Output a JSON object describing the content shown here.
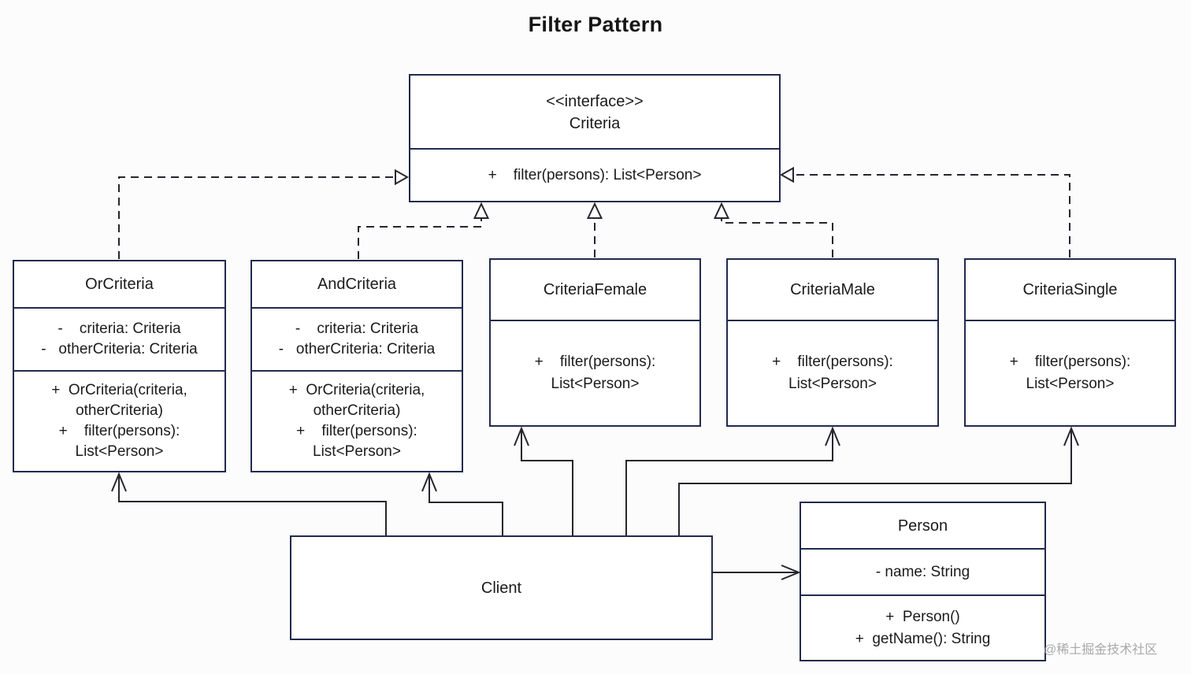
{
  "title": "Filter Pattern",
  "watermark": "@稀土掘金技术社区",
  "colors": {
    "background": "#fcfcfc",
    "box_border": "#232a4d",
    "connector_line": "#26262e",
    "text": "#1b1b1b",
    "watermark": "#a9a9a9"
  },
  "interface": {
    "stereotype": "<<interface>>",
    "name": "Criteria",
    "methods": [
      "+    filter(persons): List<Person>"
    ]
  },
  "or_criteria": {
    "name": "OrCriteria",
    "attributes": [
      "-    criteria: Criteria",
      "-   otherCriteria: Criteria"
    ],
    "methods": [
      "+  OrCriteria(criteria,",
      "otherCriteria)",
      "+    filter(persons):",
      "List<Person>"
    ]
  },
  "and_criteria": {
    "name": "AndCriteria",
    "attributes": [
      "-    criteria: Criteria",
      "-   otherCriteria: Criteria"
    ],
    "methods": [
      "+  OrCriteria(criteria,",
      "otherCriteria)",
      "+    filter(persons):",
      "List<Person>"
    ]
  },
  "criteria_female": {
    "name": "CriteriaFemale",
    "methods": [
      "+    filter(persons):",
      "List<Person>"
    ]
  },
  "criteria_male": {
    "name": "CriteriaMale",
    "methods": [
      "+    filter(persons):",
      "List<Person>"
    ]
  },
  "criteria_single": {
    "name": "CriteriaSingle",
    "methods": [
      "+    filter(persons):",
      "List<Person>"
    ]
  },
  "client": {
    "name": "Client"
  },
  "person": {
    "name": "Person",
    "attributes": [
      "- name: String"
    ],
    "methods": [
      "+  Person()",
      "+  getName(): String"
    ]
  }
}
